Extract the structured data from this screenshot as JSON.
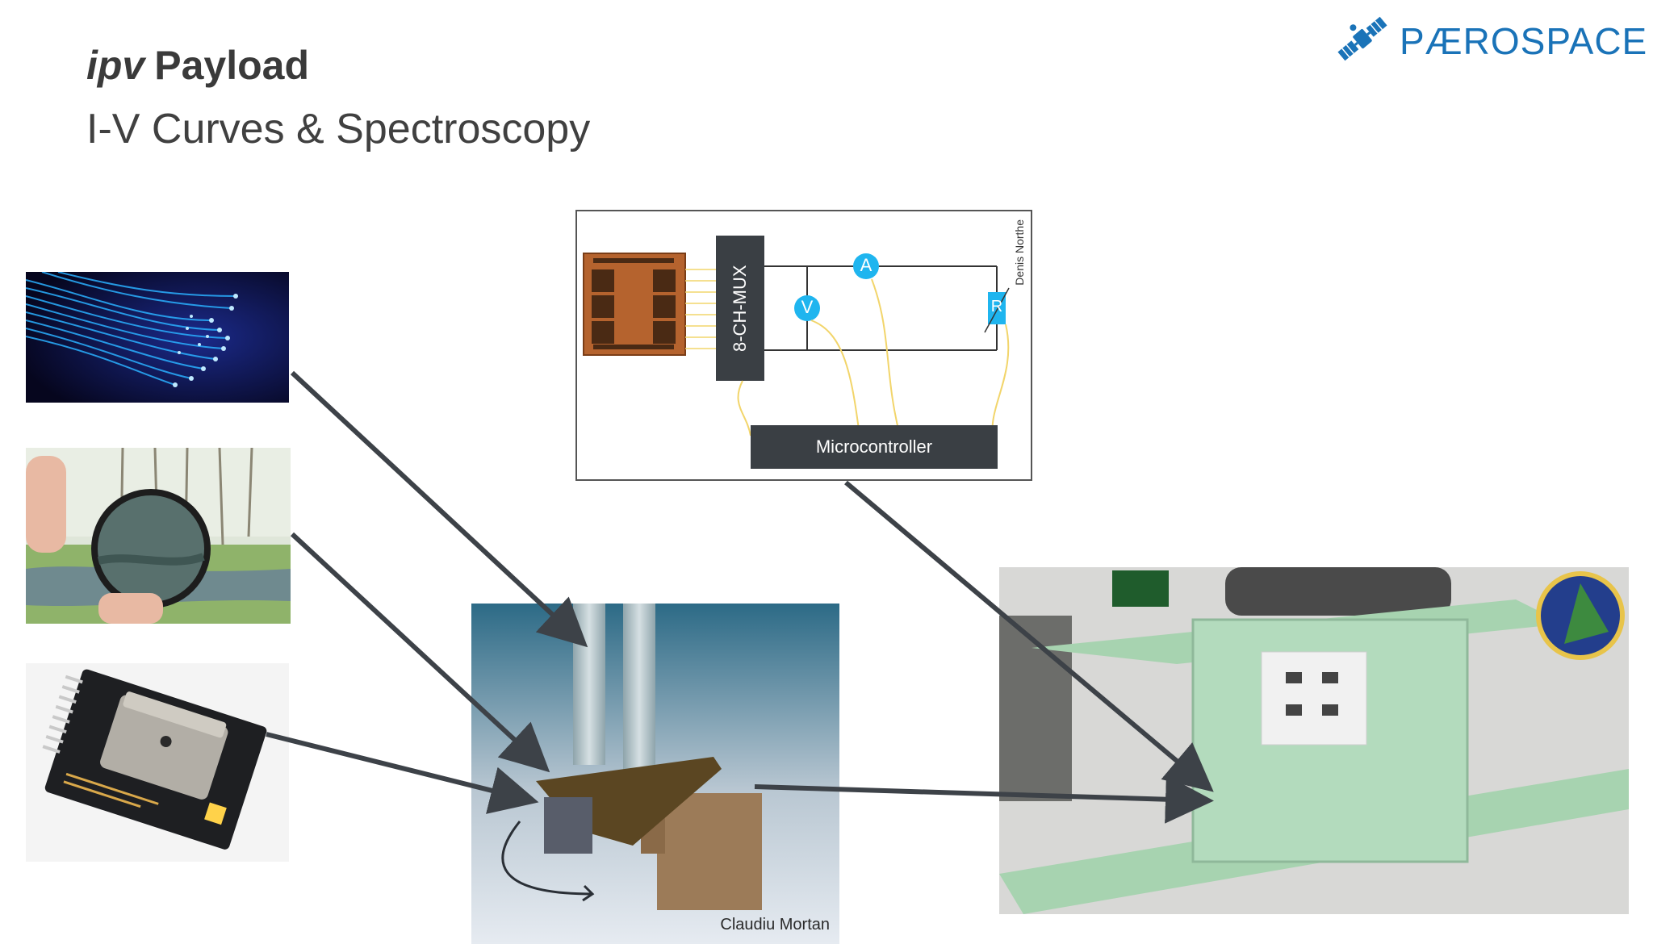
{
  "slide": {
    "title_italic": "ipv",
    "title_bold": "Payload",
    "subtitle": "I-V Curves & Spectroscopy"
  },
  "logo": {
    "text": "PÆROSPACE",
    "icon": "satellite-icon",
    "color": "#1a73b8"
  },
  "diagram": {
    "mux_label": "8-CH-MUX",
    "mcu_label": "Microcontroller",
    "ammeter_label": "A",
    "voltmeter_label": "V",
    "resistor_label": "R",
    "author": "Denis Northe"
  },
  "render": {
    "author": "Claudiu Mortan"
  },
  "colors": {
    "meter": "#1fb5ef",
    "box_dark": "#3a3f44",
    "panel_green": "#a7d3b0",
    "arrow": "#3d4248",
    "wire": "#f2d56b"
  }
}
